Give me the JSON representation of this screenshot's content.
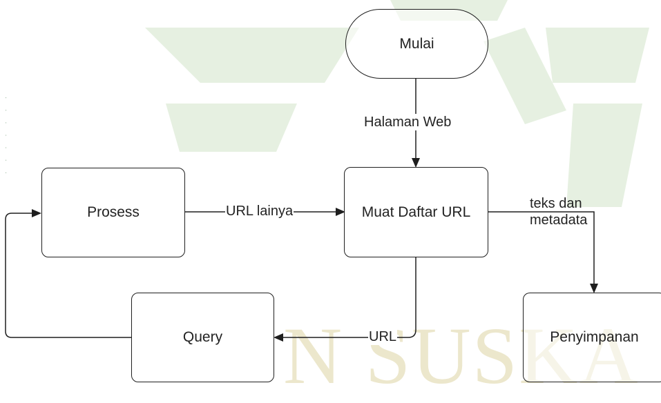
{
  "nodes": {
    "start": "Mulai",
    "load_urls": "Muat Daftar URL",
    "process": "Prosess",
    "query": "Query",
    "storage": "Penyimpanan"
  },
  "edges": {
    "start_to_load": "Halaman Web",
    "process_to_load": "URL lainya",
    "load_to_query": "URL",
    "load_to_storage": "teks dan metadata"
  },
  "watermark": {
    "text": "N SUSKA",
    "color": "#ece7cc"
  },
  "colors": {
    "stroke": "#1e1e1e",
    "background": "#ffffff"
  }
}
